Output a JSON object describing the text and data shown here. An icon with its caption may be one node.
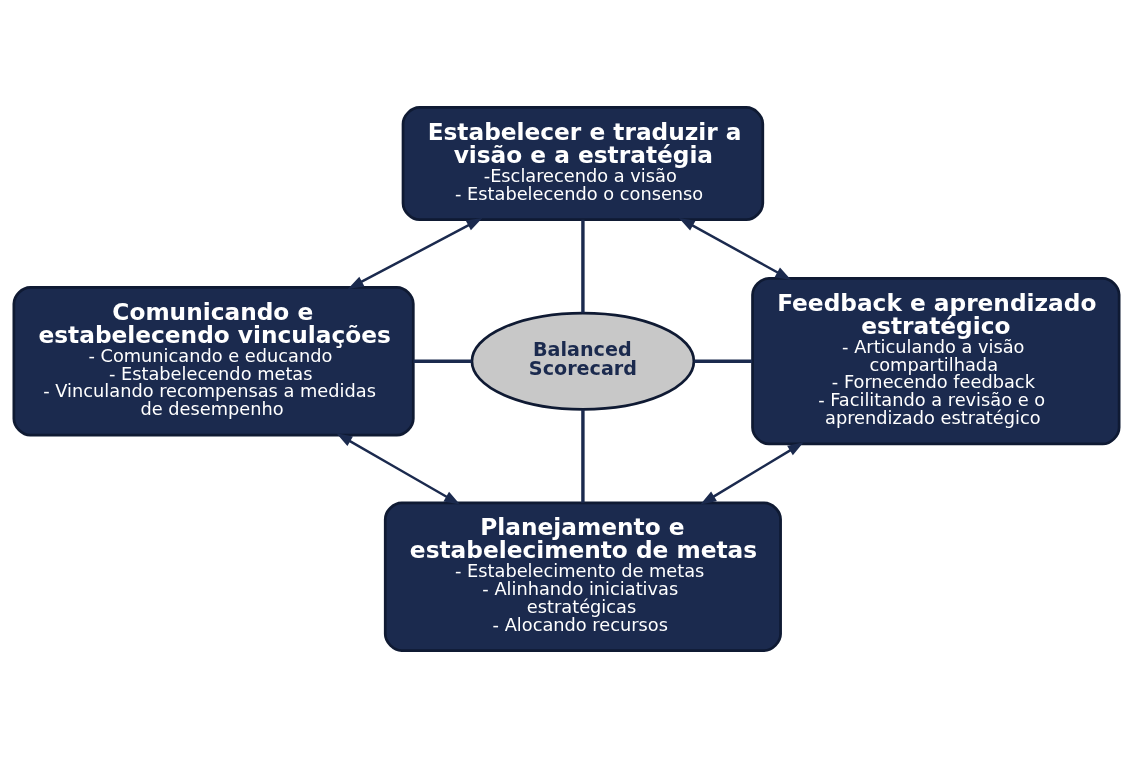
{
  "diagram": {
    "nodes": [
      {
        "text": [
          "Estabelecer e traduzir a visão e a estratégia",
          "-Esclarecendo a visão",
          "- Estabelecendo o consenso"
        ]
      },
      {
        "text": [
          "Comunicando e estabelecendo vinculações",
          "- Comunicando e educando",
          "- Estabelecendo metas",
          "- Vinculando recompensas a medidas de desempenho"
        ]
      },
      {
        "text": [
          "Balanced Scorecard"
        ]
      },
      {
        "text": [
          "Feedback e aprendizado estratégico",
          "- Articulando a visão compartilhada",
          "- Fornecendo feedback",
          "- Facilitando a revisão e o aprendizado estratégico"
        ]
      },
      {
        "text": [
          "Planejamento e estabelecimento de metas",
          "- Estabelecimento de metas",
          "- Alinhando iniciativas estratégicas",
          "- Alocando recursos"
        ]
      }
    ],
    "edges": [
      {
        "from": 2,
        "to": 0,
        "arrow": "none"
      },
      {
        "from": 1,
        "to": 2,
        "arrow": "none"
      },
      {
        "from": 2,
        "to": 3,
        "arrow": "none"
      },
      {
        "from": 2,
        "to": 4,
        "arrow": "none"
      },
      {
        "from": 0,
        "to": 1,
        "arrow": "both"
      },
      {
        "from": 0,
        "to": 3,
        "arrow": "both"
      },
      {
        "from": 1,
        "to": 4,
        "arrow": "both"
      },
      {
        "from": 3,
        "to": 4,
        "arrow": "both"
      }
    ]
  }
}
